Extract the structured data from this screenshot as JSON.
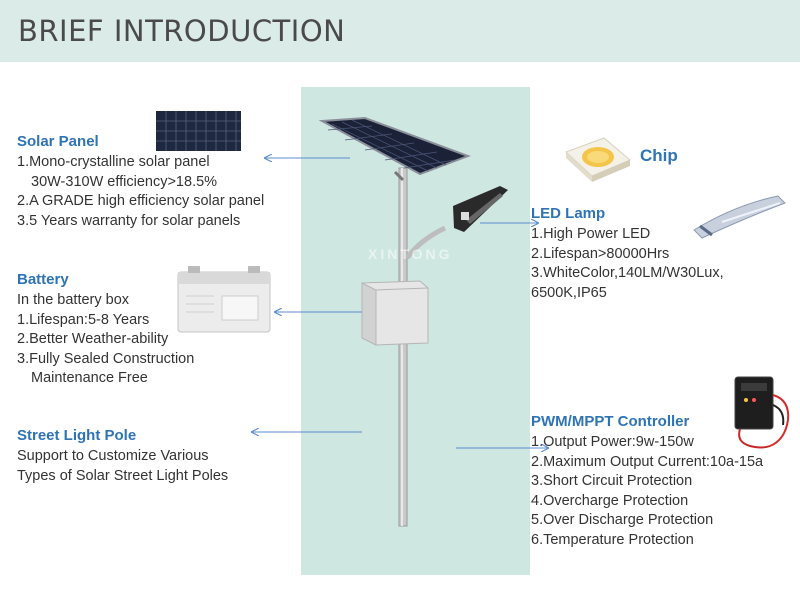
{
  "header": {
    "title": "BRIEF INTRODUCTION"
  },
  "watermark": "XINTONG",
  "solar_panel": {
    "title": "Solar Panel",
    "lines": [
      "1.Mono-crystalline solar panel",
      "30W-310W efficiency>18.5%",
      "2.A GRADE high efficiency solar panel",
      "3.5 Years warranty for solar panels"
    ]
  },
  "battery": {
    "title": "Battery",
    "lines": [
      "In the battery box",
      "1.Lifespan:5-8 Years",
      "2.Better Weather-ability",
      "3.Fully Sealed Construction",
      "Maintenance Free"
    ]
  },
  "pole": {
    "title": "Street Light Pole",
    "lines": [
      "Support to Customize Various",
      "Types of Solar Street Light Poles"
    ]
  },
  "chip": {
    "label": "Chip"
  },
  "led_lamp": {
    "title": "LED Lamp",
    "lines": [
      "1.High Power LED",
      "2.Lifespan>80000Hrs",
      "3.WhiteColor,140LM/W30Lux,",
      "6500K,IP65"
    ]
  },
  "controller": {
    "title": "PWM/MPPT Controller",
    "lines": [
      "1.Output Power:9w-150w",
      "2.Maximum Output Current:10a-15a",
      "3.Short Circuit Protection",
      "4.Overcharge Protection",
      "5.Over Discharge Protection",
      "6.Temperature Protection"
    ]
  },
  "colors": {
    "header_bg": "#dbece8",
    "panel_bg": "#cfe7e1",
    "title_blue": "#2e74b5",
    "arrow": "#5b8ed0"
  }
}
